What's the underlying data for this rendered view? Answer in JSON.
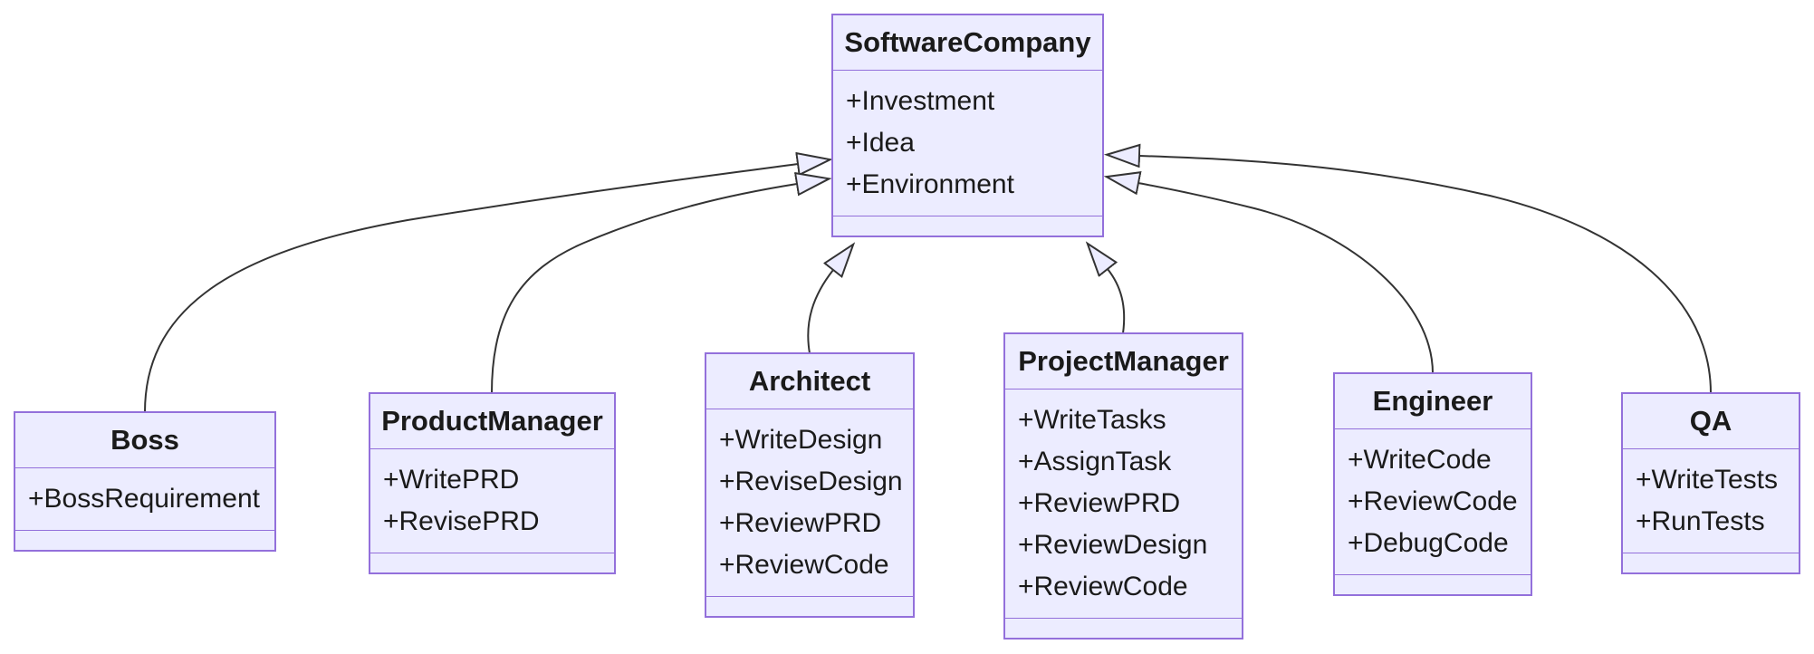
{
  "diagram": {
    "type": "uml-class-diagram",
    "colors": {
      "node_fill": "#ECECFF",
      "node_border": "#9370DB",
      "edge_line": "#333333",
      "text": "#1a1a1a",
      "background": "#ffffff"
    },
    "classes": [
      {
        "name": "SoftwareCompany",
        "members": [
          "+Investment",
          "+Idea",
          "+Environment"
        ]
      },
      {
        "name": "Boss",
        "members": [
          "+BossRequirement"
        ]
      },
      {
        "name": "ProductManager",
        "members": [
          "+WritePRD",
          "+RevisePRD"
        ]
      },
      {
        "name": "Architect",
        "members": [
          "+WriteDesign",
          "+ReviseDesign",
          "+ReviewPRD",
          "+ReviewCode"
        ]
      },
      {
        "name": "ProjectManager",
        "members": [
          "+WriteTasks",
          "+AssignTask",
          "+ReviewPRD",
          "+ReviewDesign",
          "+ReviewCode"
        ]
      },
      {
        "name": "Engineer",
        "members": [
          "+WriteCode",
          "+ReviewCode",
          "+DebugCode"
        ]
      },
      {
        "name": "QA",
        "members": [
          "+WriteTests",
          "+RunTests"
        ]
      }
    ],
    "relations": [
      {
        "from": "Boss",
        "to": "SoftwareCompany",
        "type": "inheritance"
      },
      {
        "from": "ProductManager",
        "to": "SoftwareCompany",
        "type": "inheritance"
      },
      {
        "from": "Architect",
        "to": "SoftwareCompany",
        "type": "inheritance"
      },
      {
        "from": "ProjectManager",
        "to": "SoftwareCompany",
        "type": "inheritance"
      },
      {
        "from": "Engineer",
        "to": "SoftwareCompany",
        "type": "inheritance"
      },
      {
        "from": "QA",
        "to": "SoftwareCompany",
        "type": "inheritance"
      }
    ]
  }
}
